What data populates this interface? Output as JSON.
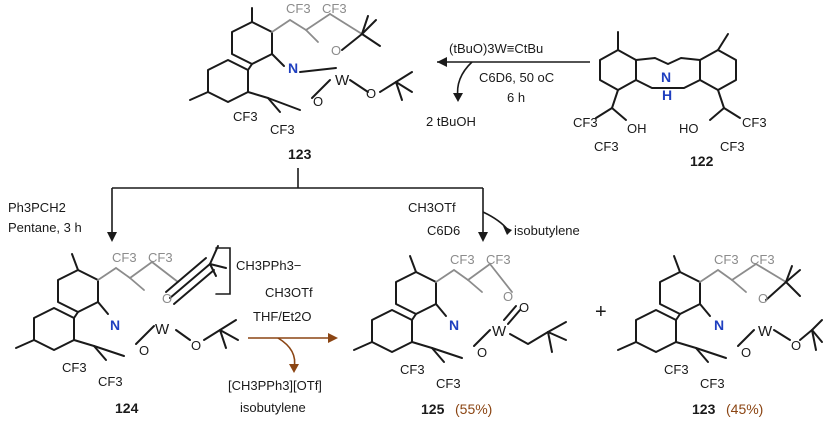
{
  "scheme": {
    "step1": {
      "reagent": "(tBuO)3W≡CtBu",
      "solvent": "C6D6, 50 oC",
      "time": "6 h",
      "byproduct": "2 tBuOH"
    },
    "step2": {
      "reagent": "Ph3PCH2",
      "conditions": "Pentane, 3 h"
    },
    "step3": {
      "reagent": "CH3OTf",
      "solvent": "C6D6",
      "byproduct": "isobutylene"
    },
    "step4": {
      "reagent": "CH3OTf",
      "solvent": "THF/Et2O",
      "byproduct_salt": "[CH3PPh3][OTf]",
      "byproduct_gas": "isobutylene"
    },
    "compounds": {
      "c122": "122",
      "c123_top": "123",
      "c124": "124",
      "c125": "125",
      "c123_right": "123"
    },
    "yields": {
      "c125": "(55%)",
      "c123": "(45%)"
    },
    "counter_ion": "CH3PPh3−",
    "plus": "+",
    "atoms": {
      "N": "N",
      "H": "H",
      "W": "W",
      "O": "O",
      "CF3": "CF3",
      "OH": "OH",
      "HO": "HO"
    }
  }
}
